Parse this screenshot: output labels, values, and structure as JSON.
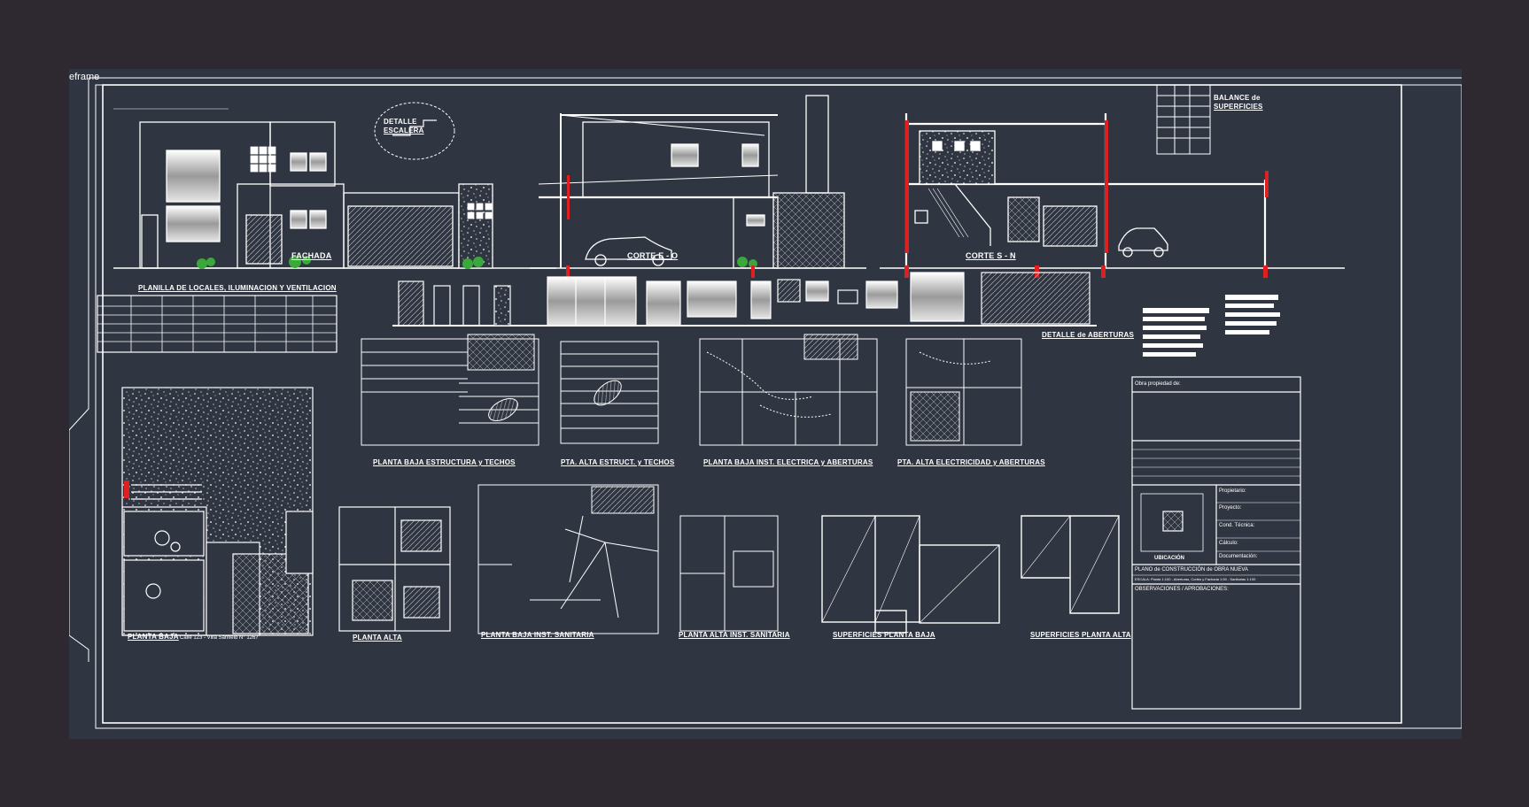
{
  "frame_tag": "eframe",
  "labels": {
    "fachada": "FACHADA",
    "corte_eo": "CORTE E - O",
    "corte_sn": "CORTE S - N",
    "detalle_escalera_1": "DETALLE",
    "detalle_escalera_2": "ESCALERA",
    "balance_1": "BALANCE de",
    "balance_2": "SUPERFICIES",
    "planilla": "PLANILLA DE LOCALES, ILUMINACION Y VENTILACION",
    "detalle_aberturas": "DETALLE de ABERTURAS",
    "pb_estructura": "PLANTA BAJA ESTRUCTURA y TECHOS",
    "pa_estructura": "PTA. ALTA ESTRUCT. y TECHOS",
    "pb_electrica": "PLANTA BAJA INST. ELECTRICA y ABERTURAS",
    "pa_electrica": "PTA. ALTA ELECTRICIDAD y ABERTURAS",
    "planta_baja": "PLANTA BAJA",
    "direccion": "Calle 123 - Villa Sanfield N° 1267",
    "planta_alta": "PLANTA ALTA",
    "pb_sanitaria": "PLANTA BAJA INST. SANITARIA",
    "pa_sanitaria": "PLANTA ALTA INST. SANITARIA",
    "sup_pb": "SUPERFICIES PLANTA BAJA",
    "sup_pa": "SUPERFICIES PLANTA ALTA"
  },
  "title_block": {
    "obra": "Obra propiedad de:",
    "propietario": "Propietario:",
    "proyecto": "Proyecto:",
    "cond_tecnica": "Cond. Técnica:",
    "calculo": "Cálculo:",
    "documentacion": "Documentación:",
    "ubicacion": "UBICACIÓN",
    "plano": "PLANO de CONSTRUCCIÓN de OBRA NUEVA",
    "escala": "ESCALA: Planta 1:100 - Aberturas, Cortes y Fachada 1:50 - Sanitarias 1:100",
    "observaciones": "OBSERVACIONES / APROBACIONES:"
  }
}
